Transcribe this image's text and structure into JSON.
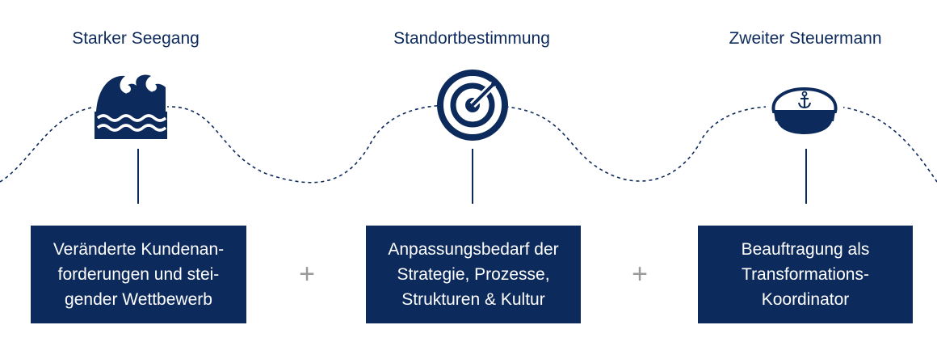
{
  "stages": [
    {
      "title": "Starker Seegang",
      "icon": "waves-icon",
      "text": "Veränderte Kundenan-\nforderungen und stei-\ngender Wettbewerb"
    },
    {
      "title": "Standortbestimmung",
      "icon": "radar-target-icon",
      "text": "Anpassungsbedarf der\nStrategie, Prozesse,\nStrukturen & Kultur"
    },
    {
      "title": "Zweiter Steuermann",
      "icon": "captain-hat-icon",
      "text": "Beauftragung als\nTransformations-\nKoordinator"
    }
  ],
  "connectors": [
    "+",
    "+"
  ],
  "colors": {
    "navy": "#0d2a5c",
    "plus": "#9a9a9a"
  }
}
